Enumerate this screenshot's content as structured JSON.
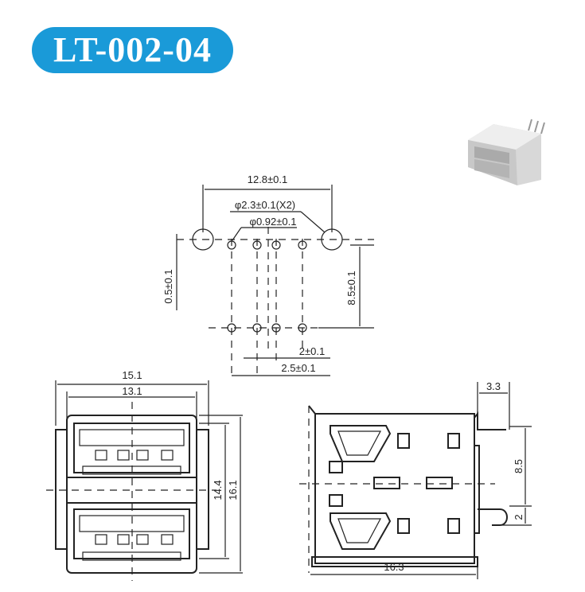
{
  "title": "LT-002-04",
  "top_view": {
    "pitch_width": "12.8±0.1",
    "mount_hole": "φ2.3±0.1(X2)",
    "pin_hole": "φ0.92±0.1",
    "offset_left": "0.5±0.1",
    "row_spacing": "8.5±0.1",
    "pin_pitch_a": "2±0.1",
    "pin_pitch_b": "2.5±0.1"
  },
  "front_view": {
    "outer_width": "15.1",
    "inner_width": "13.1",
    "inner_height": "14.4",
    "outer_height": "16.1"
  },
  "side_view": {
    "length": "16.3",
    "tab_width": "3.3",
    "row_height": "8.5",
    "pin_offset": "2"
  }
}
